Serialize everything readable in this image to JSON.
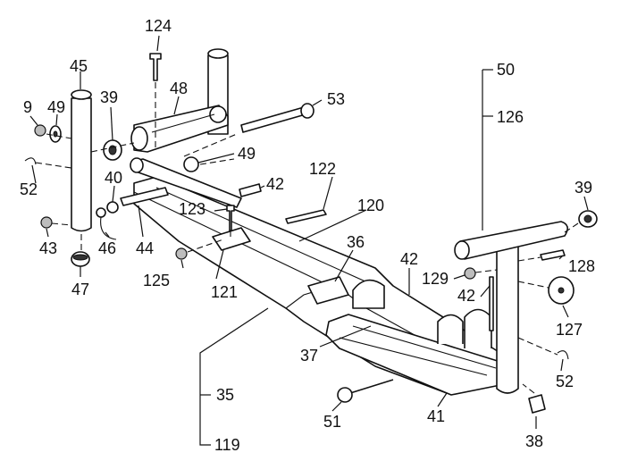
{
  "callouts": {
    "c124": "124",
    "c45": "45",
    "c48": "48",
    "c53": "53",
    "c50": "50",
    "c126": "126",
    "c9": "9",
    "c49a": "49",
    "c39a": "39",
    "c49b": "49",
    "c52a": "52",
    "c40": "40",
    "c122": "122",
    "c42a": "42",
    "c120": "120",
    "c39b": "39",
    "c123": "123",
    "c43": "43",
    "c46": "46",
    "c44": "44",
    "c36": "36",
    "c42b": "42",
    "c129": "129",
    "c128": "128",
    "c47": "47",
    "c125": "125",
    "c121": "121",
    "c42c": "42",
    "c127": "127",
    "c37": "37",
    "c52b": "52",
    "c35": "35",
    "c51": "51",
    "c41": "41",
    "c119": "119",
    "c38": "38"
  }
}
